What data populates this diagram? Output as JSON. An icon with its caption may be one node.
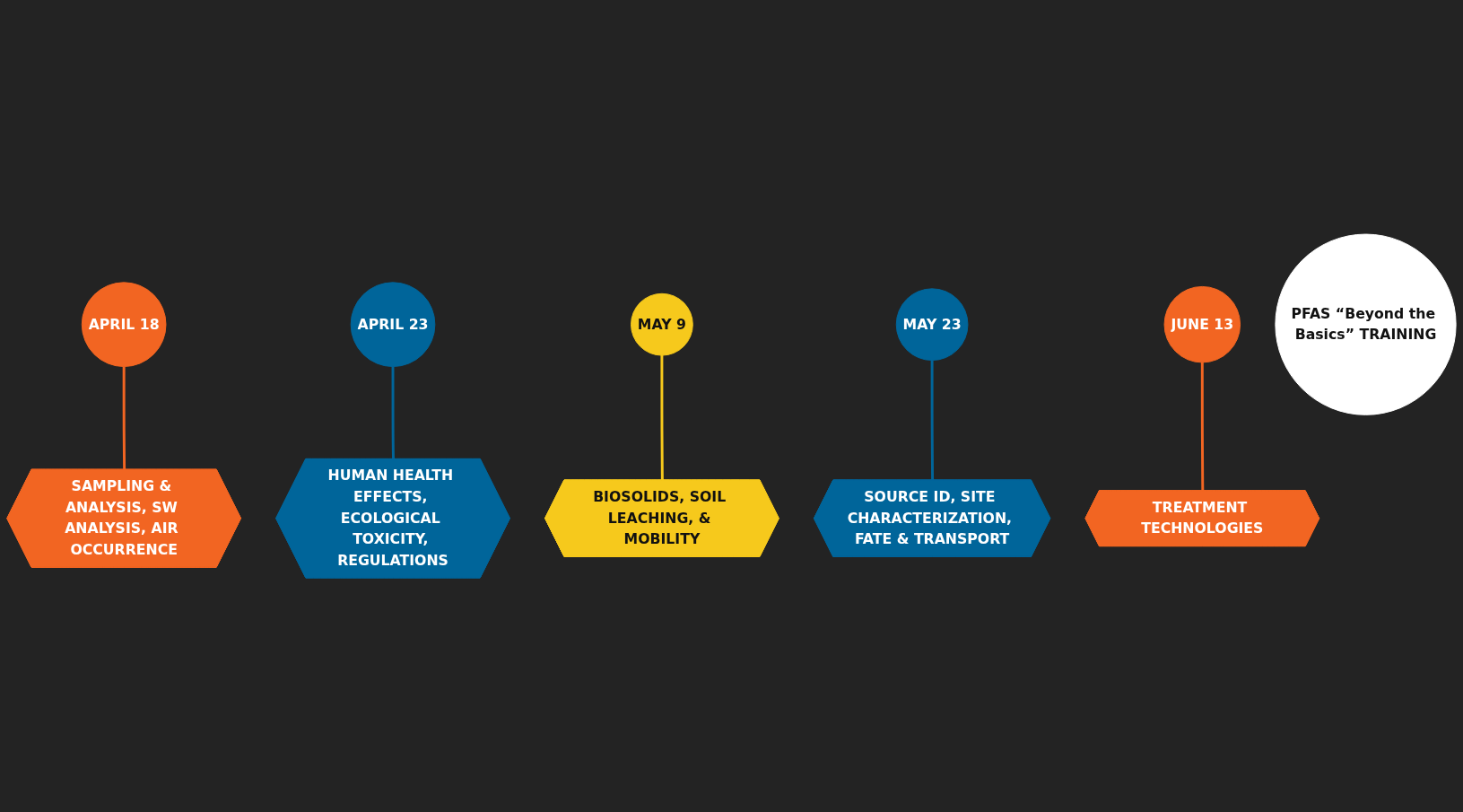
{
  "diagram": {
    "nodes": [
      {
        "text": [
          "APRIL 18"
        ]
      },
      {
        "text": [
          "SAMPLING & ANALYSIS, SW ANALYSIS, AIR OCCURRENCE"
        ]
      },
      {
        "text": [
          "APRIL 23"
        ]
      },
      {
        "text": [
          "HUMAN HEALTH EFFECTS, ECOLOGICAL TOXICITY, REGULATIONS"
        ]
      },
      {
        "text": [
          "MAY 9"
        ]
      },
      {
        "text": [
          "BIOSOLIDS, SOIL LEACHING, & MOBILITY"
        ]
      },
      {
        "text": [
          "MAY 23"
        ]
      },
      {
        "text": [
          "SOURCE ID, SITE CHARACTERIZATION, FATE & TRANSPORT"
        ]
      },
      {
        "text": [
          "TREATMENT TECHNOLOGIES"
        ]
      },
      {
        "text": [
          "JUNE 13"
        ]
      },
      {
        "text": [
          "PFAS “Beyond the Basics” TRAINING"
        ]
      }
    ],
    "edges": [
      {
        "from": 0,
        "to": 1,
        "arrow": "none",
        "color": "#f26522"
      },
      {
        "from": 2,
        "to": 3,
        "arrow": "none",
        "color": "#00659a"
      },
      {
        "from": 4,
        "to": 5,
        "arrow": "none",
        "color": "#f6c91c"
      },
      {
        "from": 6,
        "to": 7,
        "arrow": "none",
        "color": "#00659a"
      },
      {
        "from": 9,
        "to": 8,
        "arrow": "none",
        "color": "#f26522"
      }
    ]
  }
}
